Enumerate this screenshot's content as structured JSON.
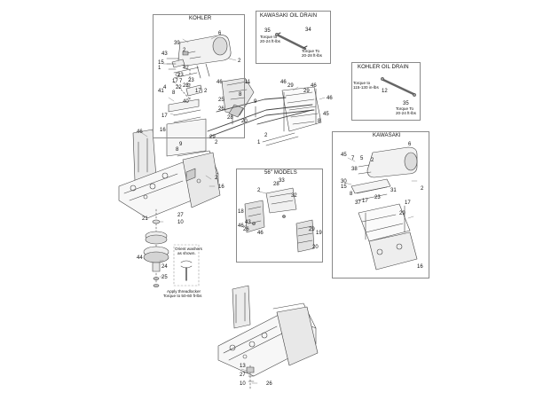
{
  "panels": {
    "kohler": {
      "title": "KOHLER"
    },
    "kawasaki_oil_drain": {
      "title": "KAWASAKI OIL DRAIN",
      "torque_a_line1": "Torque to",
      "torque_a_line2": "20-24 ft-lbs",
      "torque_b_line1": "Torque To",
      "torque_b_line2": "20-28 ft-lbs"
    },
    "kohler_oil_drain": {
      "title": "KOHLER OIL DRAIN",
      "torque_a_line1": "Torque to",
      "torque_a_line2": "115-130 in-lbs",
      "torque_b_line1": "Torque To",
      "torque_b_line2": "20-24 ft-lbs"
    },
    "kawasaki": {
      "title": "KAWASAKI"
    },
    "models_56": {
      "title": "56\" MODELS"
    },
    "washers_note": {
      "line1": "Orient washers",
      "line2": "as shown."
    },
    "threadlocker_note": {
      "line1": "Apply threadlocker",
      "line2": "Torque to 50-60 ft-lbs"
    }
  },
  "callouts": {
    "kohler": [
      "6",
      "39",
      "2",
      "43",
      "15",
      "1",
      "42",
      "2",
      "23",
      "23",
      "17",
      "7",
      "22",
      "23",
      "4",
      "2"
    ],
    "center_top": [
      "46",
      "11",
      "8",
      "25",
      "29",
      "46",
      "9",
      "29",
      "46",
      "46"
    ],
    "rails": [
      "26",
      "28",
      "20",
      "45",
      "8",
      "2",
      "1"
    ],
    "left_upright": [
      "41",
      "8",
      "40",
      "17",
      "17",
      "29",
      "16",
      "46"
    ],
    "frame": [
      "2",
      "9",
      "8",
      "2",
      "16"
    ],
    "pulley_stack": [
      "21",
      "27",
      "10",
      "44",
      "24",
      "25"
    ],
    "kawasaki_drain": [
      "35",
      "34"
    ],
    "kohler_drain": [
      "12",
      "35"
    ],
    "kawasaki": [
      "6",
      "45",
      "7",
      "5",
      "2",
      "38",
      "30",
      "15",
      "8",
      "31",
      "23",
      "37",
      "17",
      "17",
      "2",
      "29",
      "16"
    ],
    "models_56": [
      "28",
      "33",
      "2",
      "32",
      "18",
      "43",
      "46",
      "26",
      "46",
      "29",
      "19",
      "20"
    ],
    "lower_frame": [
      "13",
      "27",
      "10",
      "26"
    ]
  }
}
